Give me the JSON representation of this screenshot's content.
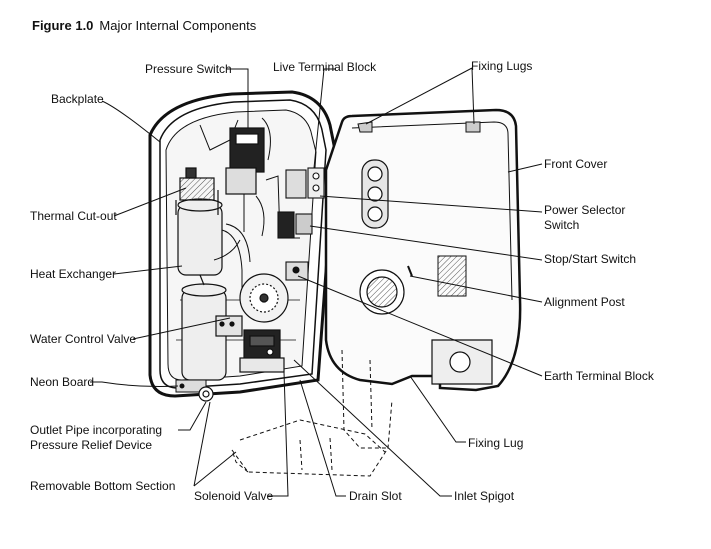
{
  "figure": {
    "number": "Figure 1.0",
    "title": "Major Internal Components"
  },
  "labels": {
    "pressure_switch": "Pressure Switch",
    "live_terminal_block": "Live Terminal Block",
    "fixing_lugs": "Fixing Lugs",
    "backplate": "Backplate",
    "front_cover": "Front Cover",
    "thermal_cutout": "Thermal Cut-out",
    "power_selector_line1": "Power Selector",
    "power_selector_line2": "Switch",
    "heat_exchanger": "Heat Exchanger",
    "stop_start_switch": "Stop/Start Switch",
    "alignment_post": "Alignment Post",
    "water_control_valve": "Water Control Valve",
    "neon_board": "Neon Board",
    "earth_terminal_block": "Earth Terminal Block",
    "outlet_pipe_line1": "Outlet Pipe incorporating",
    "outlet_pipe_line2": "Pressure Relief Device",
    "fixing_lug": "Fixing Lug",
    "removable_bottom_section": "Removable Bottom Section",
    "solenoid_valve": "Solenoid Valve",
    "drain_slot": "Drain Slot",
    "inlet_spigot": "Inlet Spigot"
  },
  "colors": {
    "ink": "#111111",
    "paper": "#ffffff",
    "shade": "#cfcfcf"
  }
}
